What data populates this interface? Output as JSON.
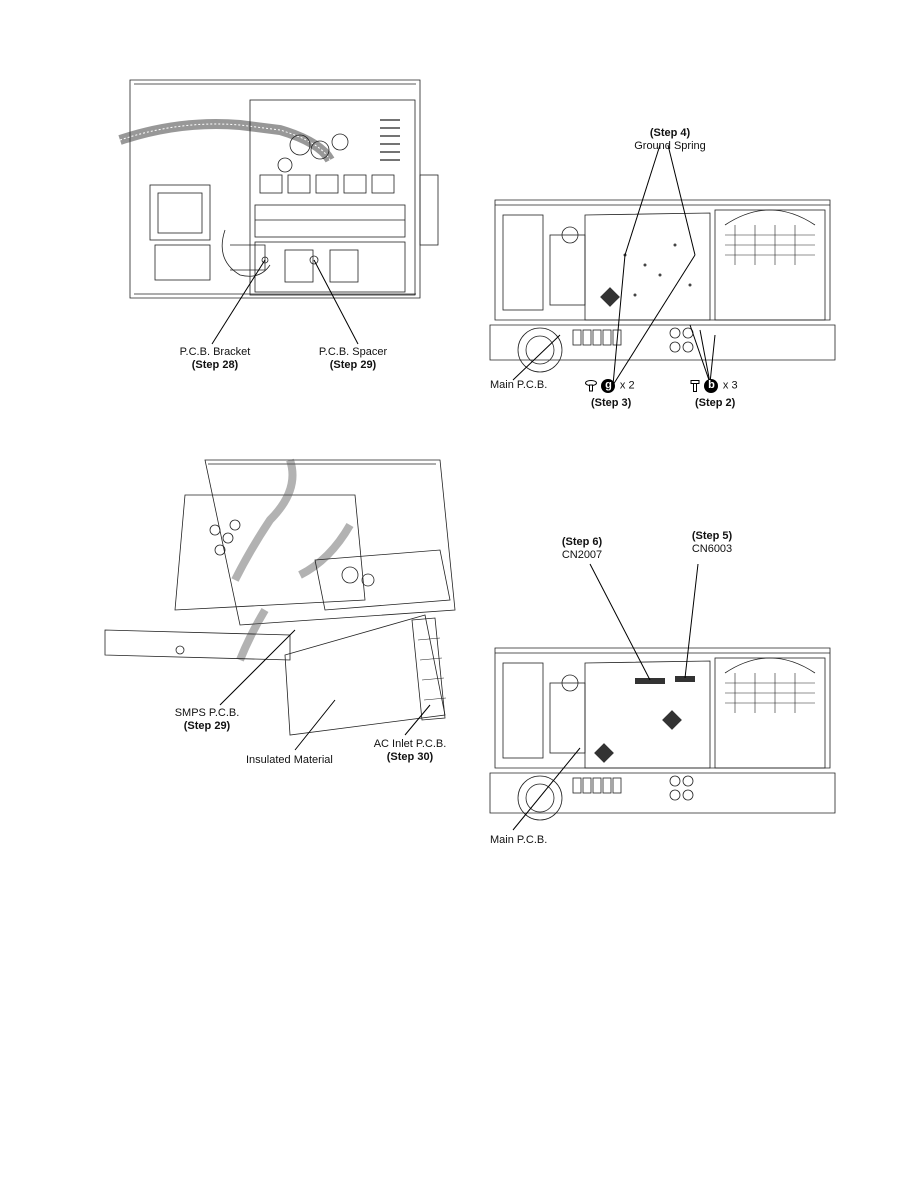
{
  "figure_a": {
    "bracket_label": "P.C.B. Bracket",
    "bracket_step": "(Step 28)",
    "spacer_label": "P.C.B. Spacer",
    "spacer_step": "(Step 29)"
  },
  "figure_b": {
    "smps_label": "SMPS P.C.B.",
    "smps_step": "(Step 29)",
    "insulated_label": "Insulated Material",
    "ac_inlet_label": "AC Inlet P.C.B.",
    "ac_inlet_step": "(Step 30)"
  },
  "figure_c": {
    "ground_step": "(Step 4)",
    "ground_label": "Ground Spring",
    "main_pcb_label": "Main P.C.B.",
    "screw_g_letter": "g",
    "screw_g_count": "x 2",
    "screw_g_step": "(Step 3)",
    "screw_b_letter": "b",
    "screw_b_count": "x 3",
    "screw_b_step": "(Step 2)"
  },
  "figure_d": {
    "cn2007_step": "(Step 6)",
    "cn2007_label": "CN2007",
    "cn6003_step": "(Step 5)",
    "cn6003_label": "CN6003",
    "main_pcb_label": "Main P.C.B."
  }
}
